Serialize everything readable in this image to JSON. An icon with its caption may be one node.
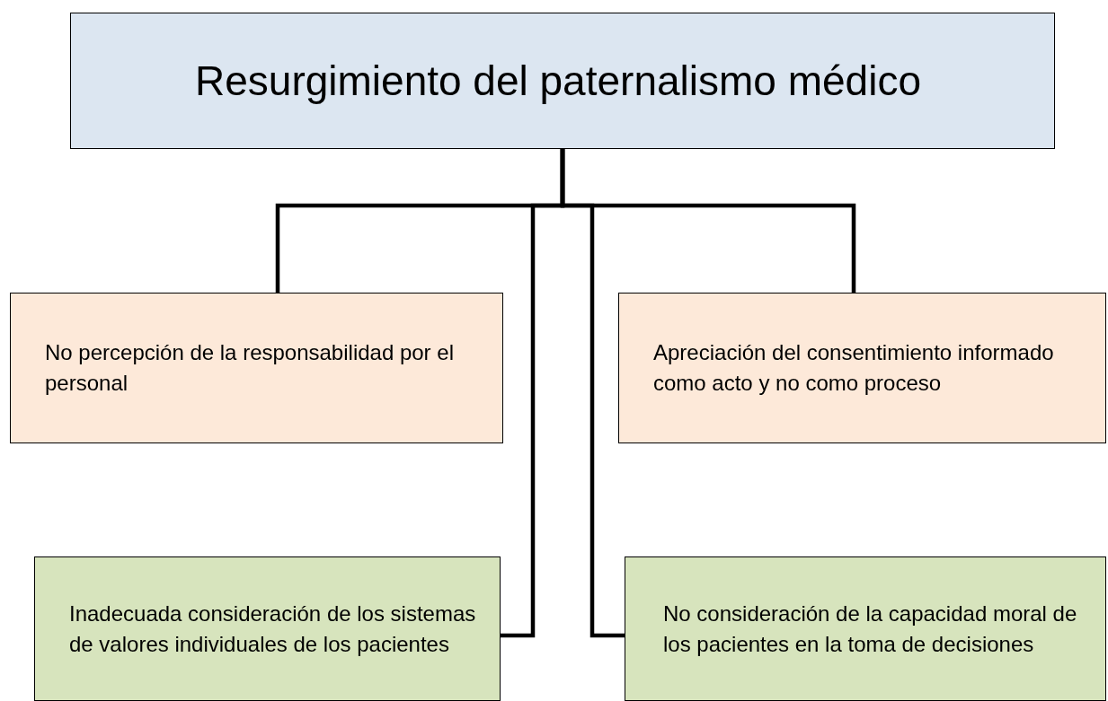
{
  "diagram": {
    "nodes": [
      {
        "text": [
          "Resurgimiento del paternalismo médico"
        ]
      },
      {
        "text": [
          "No percepción de la responsabilidad por el personal"
        ]
      },
      {
        "text": [
          "Apreciación del consentimiento informado como acto y no como proceso"
        ]
      },
      {
        "text": [
          "Inadecuada consideración de los sistemas de valores individuales de los pacientes"
        ]
      },
      {
        "text": [
          "No consideración de la capacidad moral de los pacientes en la toma de decisiones"
        ]
      }
    ],
    "edges": [
      {
        "from": 0,
        "to": 1,
        "arrow": "none"
      },
      {
        "from": 0,
        "to": 2,
        "arrow": "none"
      },
      {
        "from": 0,
        "to": 3,
        "arrow": "none"
      },
      {
        "from": 0,
        "to": 4,
        "arrow": "none"
      }
    ]
  }
}
